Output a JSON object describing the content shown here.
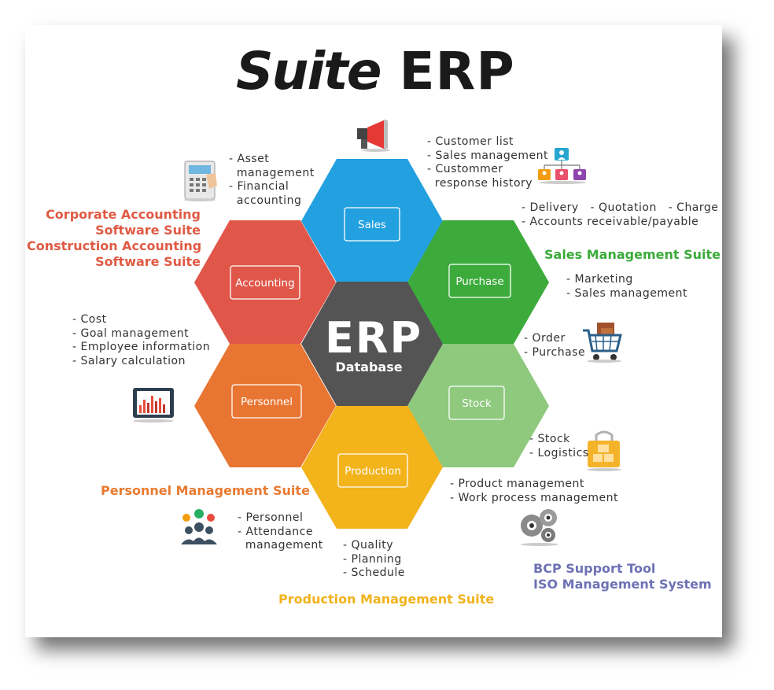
{
  "title": {
    "word1": "Suite",
    "word2": "ERP"
  },
  "center": {
    "label": "ERP",
    "sublabel": "Database"
  },
  "modules": {
    "sales": "Sales",
    "accounting": "Accounting",
    "purchase": "Purchase",
    "personnel": "Personnel",
    "stock": "Stock",
    "production": "Production"
  },
  "colors": {
    "sales": "#22a0df",
    "accounting": "#e0574a",
    "purchase": "#3cab3c",
    "personnel": "#e87532",
    "stock": "#8ec97e",
    "production": "#f2b31b",
    "center": "#545454"
  },
  "bullets": {
    "accounting_top": "- Asset\n  management\n- Financial\n  accounting",
    "sales": "- Customer list\n- Sales management\n- Custommer\n  response history",
    "purchase_top": "- Delivery   - Quotation   - Charge\n- Accounts receivable/payable",
    "purchase_side": "- Marketing\n- Sales management",
    "purchase_stock": "- Order\n- Purchase",
    "personnel_top": "- Cost\n- Goal management\n- Employee information\n- Salary calculation",
    "stock": "- Stock\n- Logistics",
    "production_right": "- Product management\n- Work process management",
    "personnel_bottom": "- Personnel\n- Attendance\n  management",
    "production_bottom": "- Quality\n- Planning\n- Schedule"
  },
  "suites": {
    "corporate": "Corporate Accounting\nSoftware Suite\nConstruction Accounting\nSoftware Suite",
    "sales_mgmt": "Sales Management Suite",
    "personnel_mgmt": "Personnel Management Suite",
    "production_mgmt": "Production Management Suite",
    "bcp": "BCP Support Tool\nISO Management System"
  },
  "icons": [
    "megaphone-icon",
    "calculator-icon",
    "org-chart-icon",
    "shopping-cart-icon",
    "tablet-chart-icon",
    "box-stack-icon",
    "team-icon",
    "gears-icon"
  ]
}
